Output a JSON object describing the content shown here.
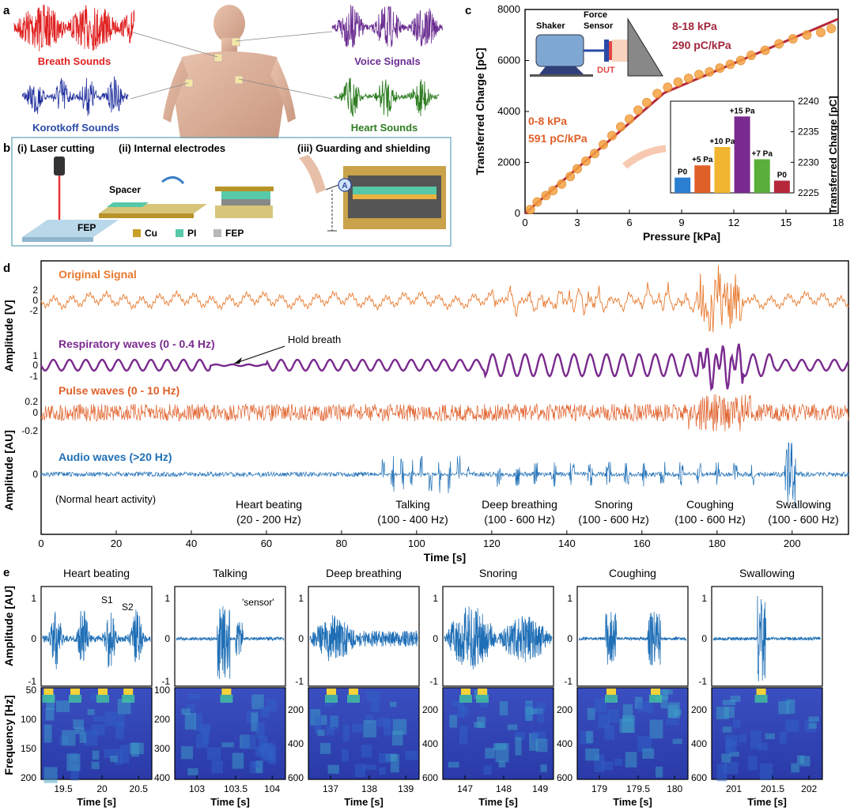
{
  "panel_labels": {
    "a": "a",
    "b": "b",
    "c": "c",
    "d": "d",
    "e": "e"
  },
  "colors": {
    "breath": "#e02020",
    "korotkoff": "#1f2e9c",
    "voice": "#6b2d91",
    "heart": "#2f7d22",
    "orange": "#e8782c",
    "purple": "#7a2a8e",
    "pulse": "#e0602a",
    "audio": "#1f6fb6",
    "line_c": "#b5283a",
    "marker_c": "#f5a342",
    "label_c_low": "#e0602a",
    "label_c_high": "#a1273c"
  },
  "panel_a": {
    "breath_label": "Breath Sounds",
    "korotkoff_label": "Korotkoff Sounds",
    "voice_label": "Voice Signals",
    "heart_label": "Heart Sounds"
  },
  "panel_b": {
    "step1": "(i)  Laser cutting",
    "step2": "(ii)  Internal electrodes",
    "step3": "(iii)  Guarding and shielding",
    "fep_label": "FEP",
    "spacer_label": "Spacer",
    "ammeter": "A",
    "legend": [
      {
        "label": "Cu",
        "color": "#c8a02a"
      },
      {
        "label": "PI",
        "color": "#58c9a8"
      },
      {
        "label": "FEP",
        "color": "#b8b8b8"
      }
    ]
  },
  "chart_data": [
    {
      "type": "scatter",
      "panel": "c",
      "xlabel": "Pressure [kPa]",
      "ylabel": "Transferred Charge [pC]",
      "xlim": [
        0,
        18
      ],
      "ylim": [
        0,
        8000
      ],
      "xticks": [
        "0",
        "3",
        "6",
        "9",
        "12",
        "15",
        "18"
      ],
      "yticks": [
        "0",
        "2000",
        "4000",
        "6000",
        "8000"
      ],
      "x": [
        0.3,
        0.7,
        1.2,
        1.6,
        2.1,
        2.6,
        3.0,
        3.5,
        4.0,
        4.5,
        5.0,
        5.5,
        6.0,
        6.5,
        7.0,
        7.6,
        8.2,
        8.8,
        9.4,
        10.0,
        10.6,
        11.2,
        11.8,
        12.4,
        13.0,
        13.8,
        14.6,
        15.4,
        16.2,
        17.0,
        17.6
      ],
      "y": [
        150,
        450,
        700,
        900,
        1150,
        1450,
        1750,
        2050,
        2350,
        2700,
        3050,
        3400,
        3700,
        4050,
        4350,
        4700,
        4950,
        5150,
        5300,
        5450,
        5550,
        5700,
        5850,
        6000,
        6200,
        6400,
        6650,
        6850,
        7000,
        7100,
        7250
      ],
      "fit_line": {
        "x": [
          0,
          8,
          18
        ],
        "y": [
          0,
          4728,
          7628
        ]
      },
      "annotation_low": [
        "0-8 kPa",
        "591 pC/kPa"
      ],
      "annotation_high": [
        "8-18 kPa",
        "290 pC/kPa"
      ],
      "inset_labels": {
        "shaker": "Shaker",
        "force_sensor": "Force",
        "force_sensor2": "Sensor",
        "dut": "DUT"
      }
    },
    {
      "type": "bar",
      "panel": "c-inset",
      "ylabel": "Transferred Charge [pC]",
      "ylim": [
        2225,
        2240
      ],
      "yticks": [
        "2225",
        "2230",
        "2235",
        "2240"
      ],
      "categories": [
        "P0",
        "+5 Pa",
        "+10 Pa",
        "+15 Pa",
        "+7 Pa",
        "P0"
      ],
      "values": [
        2227.5,
        2229.5,
        2232.5,
        2237.5,
        2230.5,
        2227.0
      ],
      "bar_colors": [
        "#2a7fd1",
        "#e0602a",
        "#f0b630",
        "#7a2a8e",
        "#5aae3a",
        "#b5283a"
      ]
    },
    {
      "type": "line",
      "panel": "d",
      "xlabel": "Time [s]",
      "xlim": [
        0,
        215
      ],
      "xticks": [
        "0",
        "20",
        "40",
        "60",
        "80",
        "100",
        "120",
        "140",
        "160",
        "180",
        "200"
      ],
      "series": [
        {
          "name": "Original Signal",
          "yticks": [
            "2",
            "0",
            "-2"
          ]
        },
        {
          "name": "Respiratory waves (0 - 0.4 Hz)",
          "yticks": [
            "1",
            "0",
            "-1"
          ]
        },
        {
          "name": "Pulse waves (0 - 10 Hz)",
          "yticks": [
            "0.2",
            "0",
            "-0.2"
          ]
        },
        {
          "name": "Audio waves (>20 Hz)",
          "yticks": [
            "0"
          ]
        }
      ],
      "ylabel_top": "Amplitude [V]",
      "ylabel_bottom": "Amplitude [AU]",
      "hold_breath": "Hold breath",
      "normal_note": "(Normal heart activity)",
      "segments": [
        {
          "name": "Heart beating",
          "range": "(20 - 200 Hz)"
        },
        {
          "name": "Talking",
          "range": "(100 - 400 Hz)"
        },
        {
          "name": "Deep breathing",
          "range": "(100 - 600 Hz)"
        },
        {
          "name": "Snoring",
          "range": "(100 - 600 Hz)"
        },
        {
          "name": "Coughing",
          "range": "(100 - 600 Hz)"
        },
        {
          "name": "Swallowing",
          "range": "(100 - 600 Hz)"
        }
      ]
    }
  ],
  "panel_e": {
    "ylabel_amp": "Amplitude [AU]",
    "ylabel_freq": "Frequency [Hz]",
    "xlabel": "Time [s]",
    "amp_ticks": [
      "1",
      "0",
      "-1"
    ],
    "s1": "S1",
    "s2": "S2",
    "sensor_word": "'sensor'",
    "panels": [
      {
        "title": "Heart beating",
        "xticks": [
          "19.5",
          "20",
          "20.5"
        ],
        "fticks": [
          "50",
          "100",
          "150",
          "200"
        ]
      },
      {
        "title": "Talking",
        "xticks": [
          "103",
          "103.5",
          "104"
        ],
        "fticks": [
          "100",
          "200",
          "300",
          "400"
        ]
      },
      {
        "title": "Deep breathing",
        "xticks": [
          "137",
          "138",
          "139"
        ],
        "fticks": [
          "200",
          "400",
          "600"
        ]
      },
      {
        "title": "Snoring",
        "xticks": [
          "147",
          "148",
          "149"
        ],
        "fticks": [
          "200",
          "400",
          "600"
        ]
      },
      {
        "title": "Coughing",
        "xticks": [
          "179",
          "179.5",
          "180"
        ],
        "fticks": [
          "200",
          "400",
          "600"
        ]
      },
      {
        "title": "Swallowing",
        "xticks": [
          "201",
          "201.5",
          "202"
        ],
        "fticks": [
          "200",
          "400",
          "600"
        ]
      }
    ]
  }
}
